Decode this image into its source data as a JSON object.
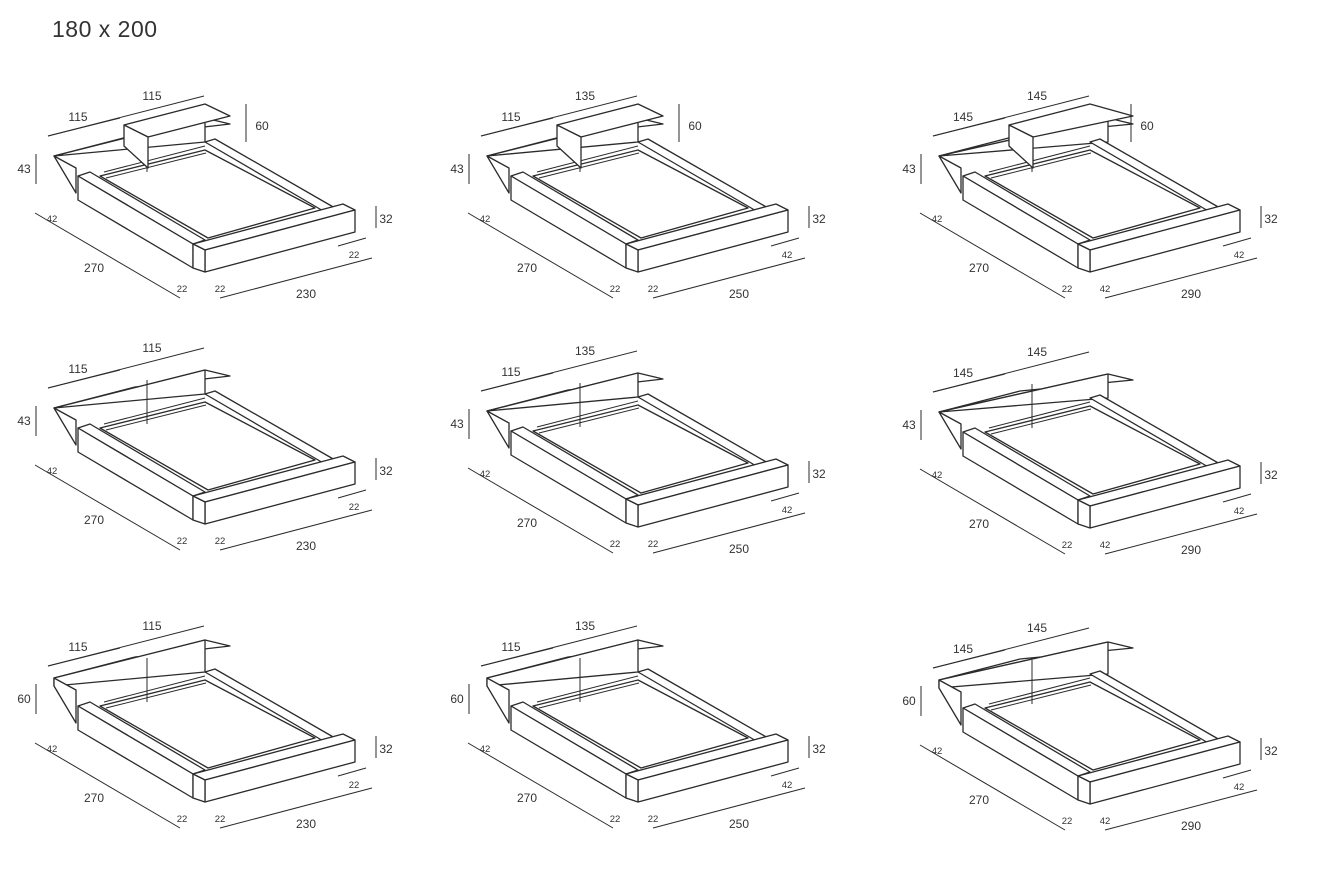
{
  "title": "180 x 200",
  "beds": [
    {
      "id": "r1c1",
      "headboard_height": "43",
      "top_right": "115",
      "top_left": "115",
      "right_height": "60",
      "rail_height": "32",
      "depth": "42",
      "length": "270",
      "width": "230",
      "foot_left": "22",
      "foot_right": "22",
      "side_end": "22",
      "tall_center": true,
      "wide_back": false
    },
    {
      "id": "r1c2",
      "headboard_height": "43",
      "top_right": "135",
      "top_left": "115",
      "right_height": "60",
      "rail_height": "32",
      "depth": "42",
      "length": "270",
      "width": "250",
      "foot_left": "22",
      "foot_right": "22",
      "side_end": "42",
      "tall_center": true,
      "wide_back": false
    },
    {
      "id": "r1c3",
      "headboard_height": "43",
      "top_right": "145",
      "top_left": "145",
      "right_height": "60",
      "rail_height": "32",
      "depth": "42",
      "length": "270",
      "width": "290",
      "foot_left": "22",
      "foot_right": "42",
      "side_end": "42",
      "tall_center": true,
      "wide_back": true
    },
    {
      "id": "r2c1",
      "headboard_height": "43",
      "top_right": "115",
      "top_left": "115",
      "right_height": "",
      "rail_height": "32",
      "depth": "42",
      "length": "270",
      "width": "230",
      "foot_left": "22",
      "foot_right": "22",
      "side_end": "22",
      "tall_center": false,
      "wide_back": false
    },
    {
      "id": "r2c2",
      "headboard_height": "43",
      "top_right": "135",
      "top_left": "115",
      "right_height": "",
      "rail_height": "32",
      "depth": "42",
      "length": "270",
      "width": "250",
      "foot_left": "22",
      "foot_right": "22",
      "side_end": "42",
      "tall_center": false,
      "wide_back": false
    },
    {
      "id": "r2c3",
      "headboard_height": "43",
      "top_right": "145",
      "top_left": "145",
      "right_height": "",
      "rail_height": "32",
      "depth": "42",
      "length": "270",
      "width": "290",
      "foot_left": "22",
      "foot_right": "42",
      "side_end": "42",
      "tall_center": false,
      "wide_back": true
    },
    {
      "id": "r3c1",
      "headboard_height": "60",
      "top_right": "115",
      "top_left": "115",
      "right_height": "",
      "rail_height": "32",
      "depth": "42",
      "length": "270",
      "width": "230",
      "foot_left": "22",
      "foot_right": "22",
      "side_end": "22",
      "tall_center": false,
      "wide_back": false
    },
    {
      "id": "r3c2",
      "headboard_height": "60",
      "top_right": "135",
      "top_left": "115",
      "right_height": "",
      "rail_height": "32",
      "depth": "42",
      "length": "270",
      "width": "250",
      "foot_left": "22",
      "foot_right": "22",
      "side_end": "42",
      "tall_center": false,
      "wide_back": false
    },
    {
      "id": "r3c3",
      "headboard_height": "60",
      "top_right": "145",
      "top_left": "145",
      "right_height": "",
      "rail_height": "32",
      "depth": "42",
      "length": "270",
      "width": "290",
      "foot_left": "22",
      "foot_right": "42",
      "side_end": "42",
      "tall_center": false,
      "wide_back": true
    }
  ]
}
